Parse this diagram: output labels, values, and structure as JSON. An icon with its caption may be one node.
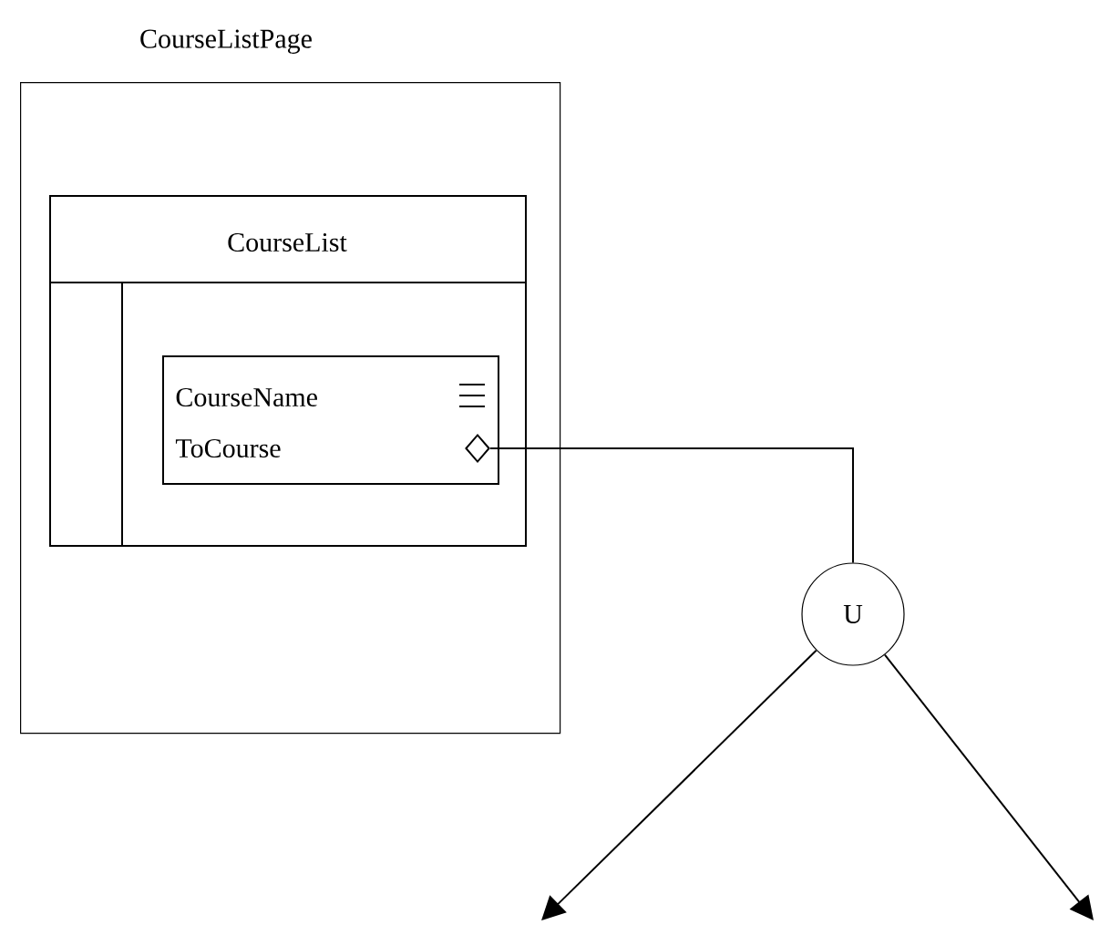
{
  "diagram": {
    "nodes": [
      {
        "text": [
          "CourseListPage"
        ]
      },
      {
        "text": [
          "CourseList"
        ],
        "in": 0
      },
      {
        "text": [
          "CourseName",
          "ToCourse"
        ],
        "in": 1
      },
      {
        "text": [],
        "shape": "diamond",
        "in": 2
      },
      {
        "text": [
          "U"
        ]
      }
    ],
    "edges": [
      {
        "from": 3,
        "to": 4,
        "arrow": "none"
      },
      {
        "from": 4,
        "to": null,
        "arrow": "to"
      },
      {
        "from": 4,
        "to": null,
        "arrow": "to"
      }
    ]
  }
}
